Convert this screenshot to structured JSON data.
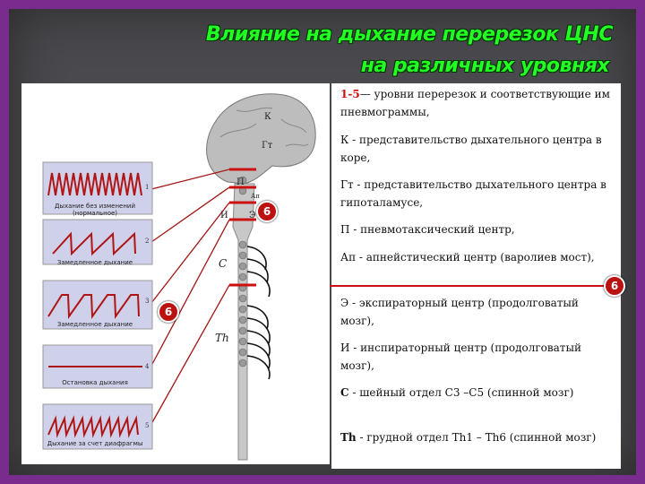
{
  "title": {
    "line1": "Влияние на дыхание  перерезок ЦНС",
    "line2": "на различных уровнях"
  },
  "colors": {
    "accent": "#22ff22",
    "frame": "#7a2c8e",
    "cut": "#cc1111"
  },
  "legend": {
    "intro_mark": "1-5",
    "intro_text": "— уровни перерезок и соответствующие им пневмограммы,",
    "items": [
      {
        "key": "К",
        "text": " - представительство дыхательного центра в коре,"
      },
      {
        "key": "Гт",
        "text": " - представительство дыхательного центра в гипоталамусе,"
      },
      {
        "key": "П",
        "text": " - пневмотаксический центр,"
      },
      {
        "key": "Ап",
        "text": " - апнейстический центр (варолиев мост),"
      },
      {
        "key": "Э",
        "text": " - экспираторный центр (продолговатый мозг),"
      },
      {
        "key": "И",
        "text": " - инспираторный центр (продолговатый мозг),"
      },
      {
        "key": "С",
        "text": " - шейный отдел С3 –С5 (спинной мозг)"
      },
      {
        "key": "Th",
        "text": " - грудной отдел Th1 – Th6 (спинной мозг)"
      }
    ]
  },
  "diagram": {
    "brain_labels": {
      "k": "К",
      "gt": "Гт",
      "p": "П",
      "ap": "Ап",
      "i": "И",
      "e": "Э",
      "c": "С",
      "th": "Th"
    },
    "panels": [
      {
        "label": "Дыхание без изменений (нормальное)",
        "num": "1"
      },
      {
        "label": "Замедленное дыхание",
        "num": "2"
      },
      {
        "label": "Замедленное дыхание",
        "num": "3"
      },
      {
        "label": "Остановка дыхания",
        "num": "4"
      },
      {
        "label": "Дыхание за счет диафрагмы",
        "num": "5"
      }
    ]
  },
  "badges": {
    "a": "6",
    "b": "6",
    "c": "6"
  }
}
